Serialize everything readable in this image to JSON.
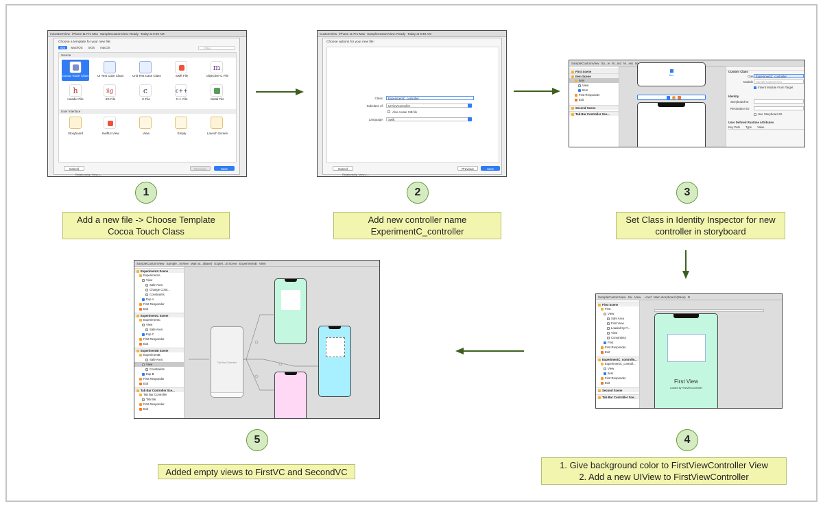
{
  "steps": [
    {
      "number": "1",
      "caption_lines": [
        "Add a new file -> Choose Template",
        "Cocoa Touch Class"
      ]
    },
    {
      "number": "2",
      "caption_lines": [
        "Add new controller name",
        "ExperimentC_controller"
      ]
    },
    {
      "number": "3",
      "caption_lines": [
        "Set Class in Identity Inspector for new",
        "controller in storyboard"
      ]
    },
    {
      "number": "4",
      "caption_lines": [
        "1. Give background color to FirstViewController View",
        "2. Add a new UIView to FirstViewController"
      ]
    },
    {
      "number": "5",
      "caption_lines": [
        "Added empty views to FirstVC and SecondVC"
      ]
    }
  ],
  "colors": {
    "arrow": "#3e5f1f",
    "circle_fill": "#d5ecc2",
    "caption_fill": "#f2f5ae",
    "mint": "#c4f7e0",
    "cyan": "#a8efff",
    "pink": "#ffd8f6",
    "selection_blue": "#2f7cf6"
  },
  "shot1": {
    "titlebar": [
      "mCustomView",
      "iPhone 11 Pro Max",
      "SampleCustomView: Ready",
      "Today at 9:49 AM"
    ],
    "heading": "Choose a template for your new file:",
    "platforms": [
      "iOS",
      "watchOS",
      "tvOS",
      "macOS"
    ],
    "filter": "Filter",
    "source_label": "Source",
    "source_items": [
      "Cocoa Touch Class",
      "UI Test Case Class",
      "Unit Test Case Class",
      "Swift File",
      "Objective-C File",
      "Header File",
      "IIG File",
      "C File",
      "C++ File",
      "Metal File"
    ],
    "ui_label": "User Interface",
    "ui_items": [
      "Storyboard",
      "SwiftUI View",
      "View",
      "Empty",
      "Launch Screen"
    ],
    "cancel": "Cancel",
    "previous": "Previous",
    "next": "Next",
    "footer": "Relationship \"view c..."
  },
  "shot2": {
    "titlebar": [
      "CustomView",
      "iPhone 11 Pro Max",
      "SampleCustomView: Ready",
      "Today at 9:49 AM"
    ],
    "heading": "Choose options for your new file:",
    "class_label": "Class:",
    "class_value": "ExperimentC_controller",
    "subclass_label": "Subclass of:",
    "subclass_value": "UIViewController",
    "xib_label": "Also create XIB file",
    "language_label": "Language:",
    "language_value": "Swift",
    "cancel": "Cancel",
    "previous": "Previous",
    "next": "Next",
    "footer": "Relationship \"view c..."
  },
  "shot3": {
    "breadcrumb": [
      "SampleCustomView",
      "Sa...w",
      "M...ard",
      "M...se)",
      "Item Scene",
      "Item"
    ],
    "tree": [
      "First Scene",
      "Item Scene",
      "Item",
      "View",
      "Item",
      "First Responder",
      "Exit",
      "Second Scene",
      "Tab Bar Controller Sce..."
    ],
    "custom_class": "Custom Class",
    "class_label": "Class",
    "class_value": "ExperimentC_controller",
    "module_label": "Module",
    "module_value": "SampleCustomView",
    "inherit": "Inherit Module From Target",
    "identity": "Identity",
    "storyboard_id": "Storyboard ID",
    "restoration_id": "Restoration ID",
    "use_storyboard_id": "Use Storyboard ID",
    "udra": "User Defined Runtime Attributes",
    "cols": [
      "Key Path",
      "Type",
      "Value"
    ],
    "phone_label": "Item"
  },
  "shot4": {
    "breadcrumb": [
      "SampleCustomView",
      "Sa...View",
      "...card",
      "Main.storyboard (Base)",
      "N"
    ],
    "tree": [
      "First Scene",
      "First",
      "View",
      "Safe Area",
      "First View",
      "Loaded by Fi...",
      "View",
      "Constraints",
      "First",
      "First Responder",
      "Exit",
      "ExperimentC_controlle...",
      "ExperimentC_controll...",
      "View",
      "Item",
      "First Responder",
      "Exit",
      "Second Scene",
      "Tab Bar Controller Sce..."
    ],
    "phone_title": "First View",
    "phone_sub": "Loaded by FirstViewController"
  },
  "shot5": {
    "breadcrumb": [
      "SampleCustomView",
      "Sample...mView",
      "Main.st...(Base)",
      "Experi...B Scene",
      "ExperimentB",
      "View"
    ],
    "tree": [
      "ExperimentA Scene",
      "ExperimentA",
      "View",
      "Safe Area",
      "Change Color...",
      "Constraints",
      "Exp A",
      "First Responder",
      "Exit",
      "ExperimentC Scene",
      "ExperimentC",
      "View",
      "Safe Area",
      "Exp C",
      "First Responder",
      "Exit",
      "ExperimentB Scene",
      "ExperimentB",
      "Safe Area",
      "View",
      "Constraints",
      "Exp B",
      "First Responder",
      "Exit",
      "Tab Bar Controller Sce...",
      "Tab Bar Controller",
      "Tab Bar",
      "First Responder",
      "Exit"
    ],
    "tabbar_label": "Tab Bar Controller"
  }
}
